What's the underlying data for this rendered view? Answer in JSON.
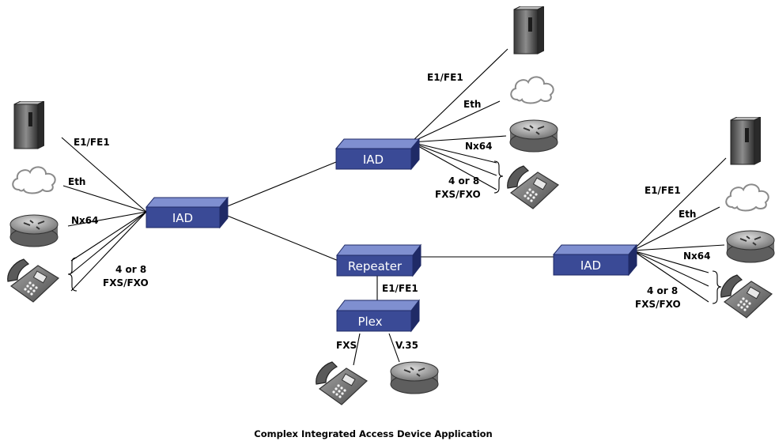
{
  "devices": {
    "iad_left": "IAD",
    "iad_top": "IAD",
    "iad_right": "IAD",
    "repeater": "Repeater",
    "plex": "Plex"
  },
  "labels": {
    "left_e1": "E1/FE1",
    "left_eth": "Eth",
    "left_nx64": "Nx64",
    "left_ports_1": "4 or 8",
    "left_ports_2": "FXS/FXO",
    "top_e1": "E1/FE1",
    "top_eth": "Eth",
    "top_nx64": "Nx64",
    "top_ports_1": "4 or 8",
    "top_ports_2": "FXS/FXO",
    "right_e1": "E1/FE1",
    "right_eth": "Eth",
    "right_nx64": "Nx64",
    "right_ports_1": "4 or 8",
    "right_ports_2": "FXS/FXO",
    "repeater_e1": "E1/FE1",
    "plex_fxs": "FXS",
    "plex_v35": "V.35"
  },
  "caption": "Complex Integrated Access Device Application",
  "colors": {
    "device_front": "#3a4a96",
    "device_top": "#7f8fd0",
    "device_side": "#1f2a66",
    "server": "#555555",
    "router": "#8a8a8a",
    "cloud_stroke": "#8a8a8a"
  },
  "icons": [
    "server-icon",
    "cloud-icon",
    "router-icon",
    "phone-icon"
  ]
}
